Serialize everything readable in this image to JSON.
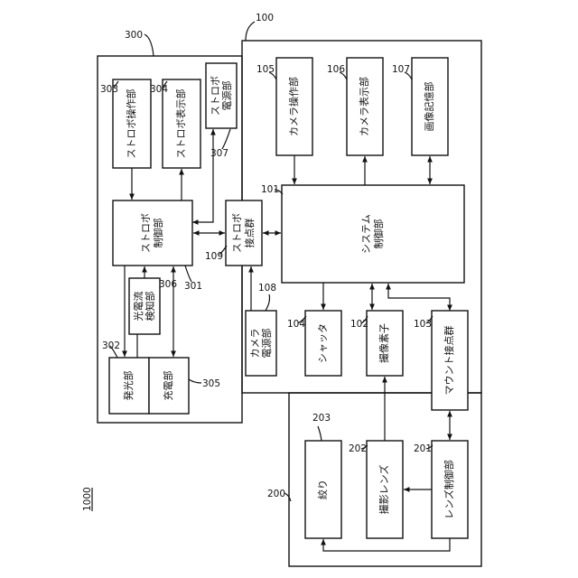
{
  "diagram": {
    "system_ref": "1000",
    "strobe_unit": {
      "ref": "300",
      "operation": {
        "ref": "303",
        "label": "ストロボ操作部"
      },
      "display": {
        "ref": "304",
        "label": "ストロボ表示部"
      },
      "power": {
        "ref": "307",
        "label_line1": "ストロボ",
        "label_line2": "電源部"
      },
      "controller": {
        "ref": "301",
        "label_line1": "ストロボ",
        "label_line2": "制御部"
      },
      "photo_detector": {
        "ref": "306",
        "label_line1": "光電流",
        "label_line2": "検知部"
      },
      "emitter": {
        "ref": "302",
        "label": "発光部"
      },
      "charger": {
        "ref": "305",
        "label": "充電部"
      }
    },
    "camera_body": {
      "ref": "100",
      "strobe_contacts": {
        "ref": "109",
        "label_line1": "ストロボ",
        "label_line2": "接点群"
      },
      "operation": {
        "ref": "105",
        "label": "カメラ操作部"
      },
      "display": {
        "ref": "106",
        "label": "カメラ表示部"
      },
      "storage": {
        "ref": "107",
        "label": "画像記憶部"
      },
      "system_controller": {
        "ref": "101",
        "label_line1": "システム",
        "label_line2": "制御部"
      },
      "power": {
        "ref": "108",
        "label_line1": "カメラ",
        "label_line2": "電源部"
      },
      "shutter": {
        "ref": "104",
        "label": "シャッタ"
      },
      "image_sensor": {
        "ref": "102",
        "label": "撮像素子"
      },
      "mount_contacts": {
        "ref": "103",
        "label": "マウント接点群"
      }
    },
    "lens_unit": {
      "ref": "200",
      "aperture": {
        "ref": "203",
        "label": "絞り"
      },
      "lens": {
        "ref": "202",
        "label": "撮影レンズ"
      },
      "lens_controller": {
        "ref": "201",
        "label": "レンズ制御部"
      }
    }
  }
}
